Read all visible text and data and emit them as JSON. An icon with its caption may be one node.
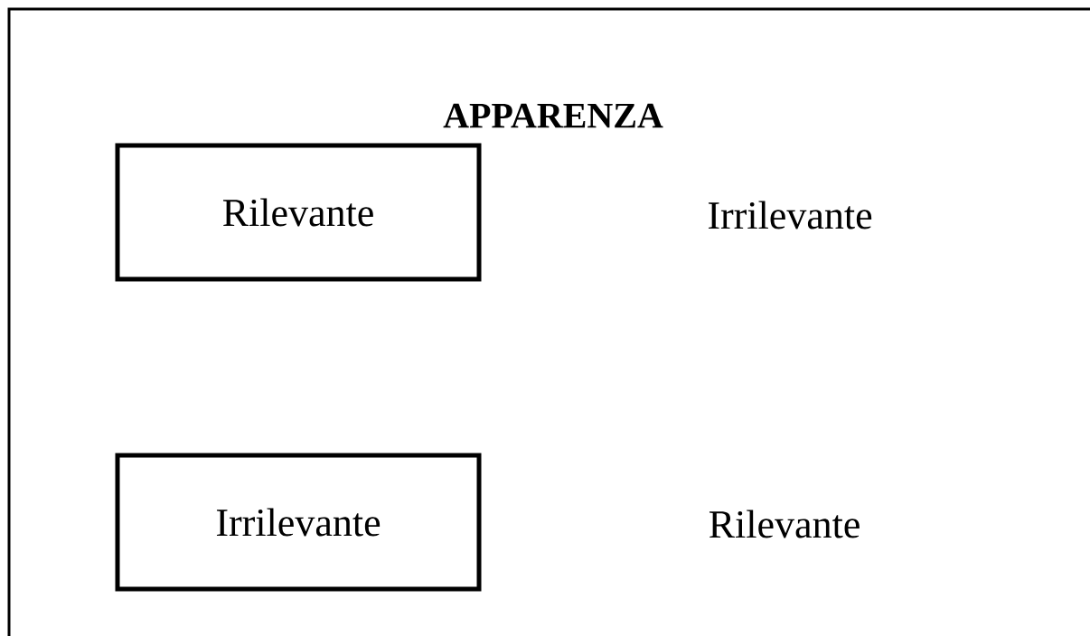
{
  "diagram": {
    "title": "APPARENZA",
    "nodes": [
      {
        "text": [
          "Rilevante"
        ]
      },
      {
        "text": [
          "Irrilevante"
        ]
      }
    ],
    "labels": [
      "Irrilevante",
      "Rilevante"
    ]
  }
}
